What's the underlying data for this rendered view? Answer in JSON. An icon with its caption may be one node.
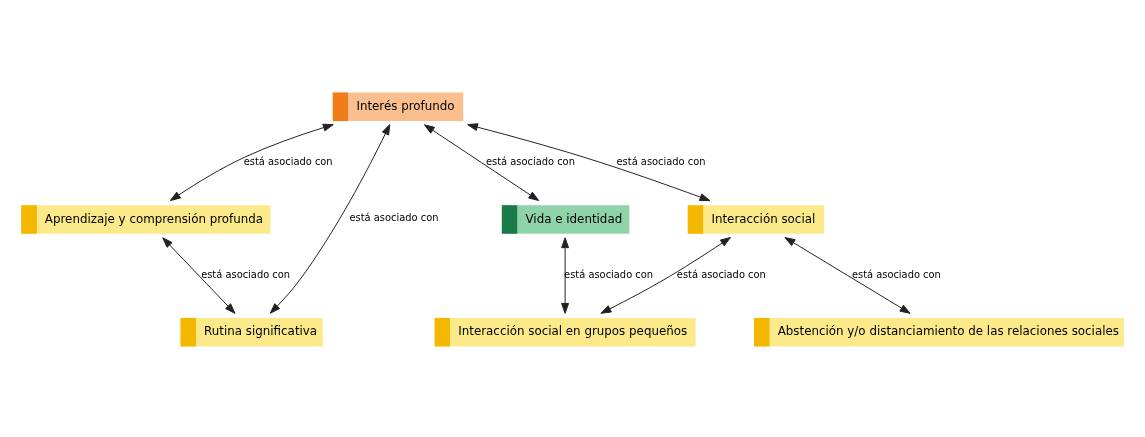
{
  "diagram": {
    "nodes": [
      {
        "text": [
          "Interés profundo"
        ]
      },
      {
        "text": [
          "Aprendizaje y comprensión profunda"
        ]
      },
      {
        "text": [
          "Vida e identidad"
        ]
      },
      {
        "text": [
          "Interacción social"
        ]
      },
      {
        "text": [
          "Rutina significativa"
        ]
      },
      {
        "text": [
          "Interacción social en grupos pequeños"
        ]
      },
      {
        "text": [
          "Abstención y/o distanciamiento de las relaciones sociales"
        ]
      }
    ],
    "edges": [
      {
        "from": 0,
        "to": 1,
        "arrow": "both",
        "label": "está asociado con"
      },
      {
        "from": 0,
        "to": 4,
        "arrow": "both",
        "label": "está asociado con"
      },
      {
        "from": 0,
        "to": 2,
        "arrow": "both",
        "label": "está asociado con"
      },
      {
        "from": 0,
        "to": 3,
        "arrow": "both",
        "label": "está asociado con"
      },
      {
        "from": 1,
        "to": 4,
        "arrow": "both",
        "label": "está asociado con"
      },
      {
        "from": 2,
        "to": 5,
        "arrow": "both",
        "label": "está asociado con"
      },
      {
        "from": 3,
        "to": 5,
        "arrow": "both",
        "label": "está asociado con"
      },
      {
        "from": 3,
        "to": 6,
        "arrow": "both",
        "label": "está asociado con"
      }
    ]
  }
}
